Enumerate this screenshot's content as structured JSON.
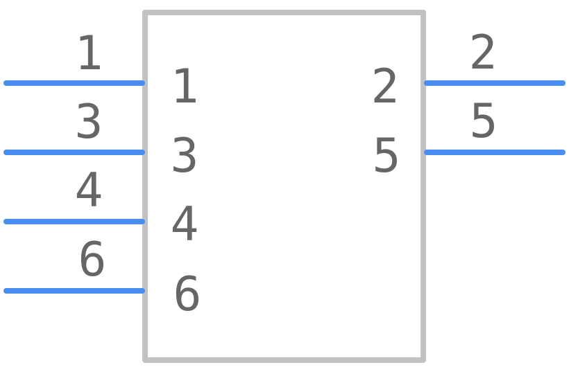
{
  "colors": {
    "body_outline": "#c2c2c2",
    "pin_line": "#4a8df0",
    "text": "#666666"
  },
  "left_pins": [
    {
      "outer": "1",
      "inner": "1"
    },
    {
      "outer": "3",
      "inner": "3"
    },
    {
      "outer": "4",
      "inner": "4"
    },
    {
      "outer": "6",
      "inner": "6"
    }
  ],
  "right_pins": [
    {
      "outer": "2",
      "inner": "2"
    },
    {
      "outer": "5",
      "inner": "5"
    }
  ]
}
